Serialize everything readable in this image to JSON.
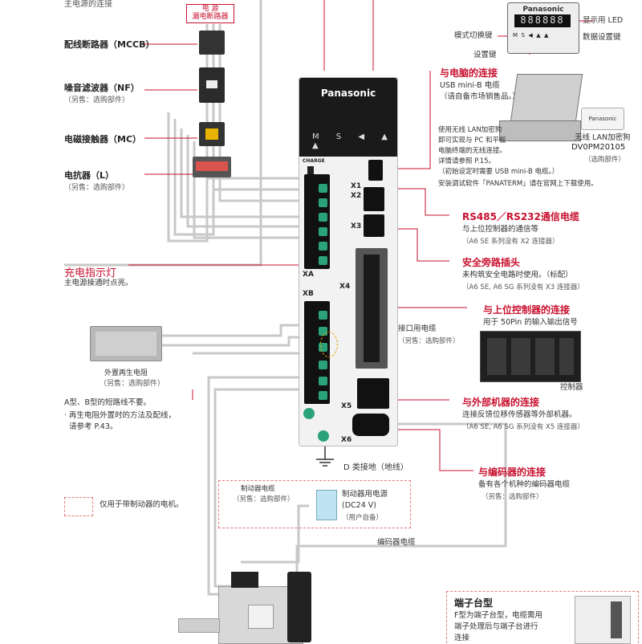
{
  "left": {
    "top_cut": "主电源的连接",
    "breaker_box": {
      "line1": "电  源",
      "line2": "漏电断路器"
    },
    "mccb": "配线断路器（MCCB）",
    "nf": {
      "label": "噪音滤波器（NF）",
      "sub": "（另售：选购部件）"
    },
    "mc": "电磁接触器（MC）",
    "reactor": {
      "label": "电抗器（L）",
      "sub": "（另售：选购部件）"
    },
    "charge": {
      "title": "充电指示灯",
      "desc": "主电源接通时点亮。"
    },
    "regen": {
      "label": "外置再生电阻",
      "sub": "（另售：选购部件）"
    },
    "short_note": {
      "line1": "A型、B型的短路线不要。",
      "line2": "· 再生电阻外置时的方法及配线，",
      "line3": "请参考 P.43。"
    },
    "brake_legend": "仅用于带制动器的电机。"
  },
  "drive": {
    "brand": "Panasonic",
    "buttons": "M S ◀ ▲ ▲",
    "charge_text": "CHARGE",
    "ports": [
      "X1",
      "X2",
      "X3",
      "X4",
      "XA",
      "XB",
      "X5",
      "X6"
    ]
  },
  "display": {
    "brand": "Panasonic",
    "digits": "888888",
    "keys": "M  S  ◀  ▲  ▲",
    "led_label": "显示用 LED",
    "mode_key": "模式切换键",
    "data_key": "数据设置键",
    "set_key": "设置键"
  },
  "pc": {
    "title": "与电脑的连接",
    "usb": "USB mini-B 电缆",
    "usb_note": "（请自备市场销售品。）",
    "wireless_lines": [
      "使用无线 LAN加密狗",
      "即可实现与 PC 和平板",
      "电脑终端的无线连接。",
      "详情请参照 P.15。",
      "（初始设定时需要 USB mini-B 电缆。）"
    ],
    "software": "安装调试软件「PANATERM」请在官网上下载使用。",
    "dongle_brand": "Panasonic",
    "dongle_label": "无线 LAN加密狗",
    "dongle_model": "DV0PM20105",
    "dongle_sub": "（选购部件）"
  },
  "rs485": {
    "title": "RS485／RS232通信电缆",
    "desc": "与上位控制器的通信等",
    "note": "（A6 SE 系列没有 X2 连接器）"
  },
  "safety": {
    "title": "安全旁路插头",
    "desc": "未构筑安全电路时使用。（标配）",
    "note": "（A6 SE, A6 SG 系列没有 X3 连接器）"
  },
  "host": {
    "title": "与上位控制器的连接",
    "desc": "用于 50Pin 的输入输出信号",
    "cable": "接口用电缆",
    "cable_sub": "（另售：选购部件）",
    "controller": "控制器"
  },
  "external": {
    "title": "与外部机器的连接",
    "desc": "连接反馈位移传感器等外部机器。",
    "note": "（A6 SE, A6 SG 系列没有 X5 连接器）"
  },
  "encoder": {
    "title": "与编码器的连接",
    "desc": "备有各个机种的编码器电缆",
    "sub": "（另售：选购部件）",
    "cable": "编码器电缆"
  },
  "ground": "D 类接地（地线）",
  "brake": {
    "cable": "制动器电缆",
    "cable_sub": "（另售：选购部件）",
    "psu": "制动器用电源",
    "psu_v": "(DC24 V)",
    "psu_sub": "（用户自备）"
  },
  "terminal": {
    "title": "端子台型",
    "line1": "F型为端子台型，电缆需用",
    "line2": "端子处理后与端子台进行",
    "line3": "连接"
  },
  "colors": {
    "accent": "#c8102e",
    "wire": "#c8c8c8",
    "dash": "#e07a7a",
    "terminal_green": "#2aa37a"
  }
}
